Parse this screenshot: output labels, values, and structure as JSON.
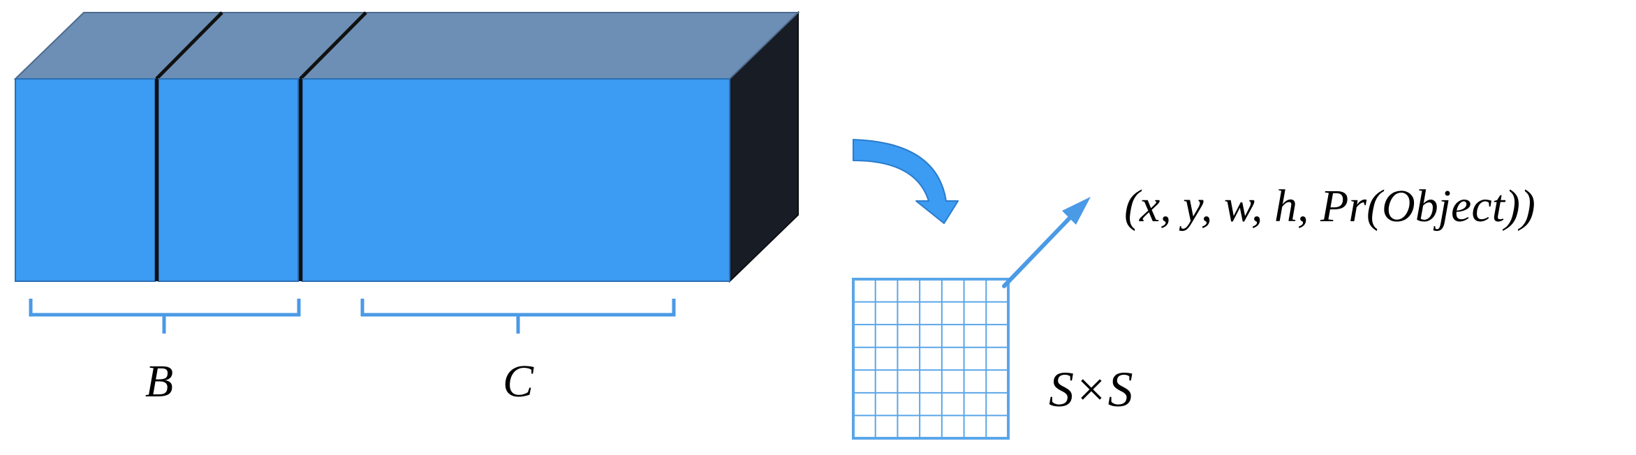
{
  "labels": {
    "b_brace": "B",
    "c_brace": "C",
    "grid_size": "S×S",
    "cell_output": "(x, y, w, h, Pr(Object))"
  },
  "colors": {
    "block_front": "#3c9bf2",
    "block_top": "#6d8fb5",
    "block_side": "#181c24",
    "accent": "#4a9ae6",
    "grid_line": "#5aa6e8",
    "text": "#000000"
  },
  "grid": {
    "rows": 7,
    "cols": 7
  },
  "icons": {
    "transform_arrow": "curved-arrow-icon",
    "pointer_arrow": "diagonal-arrow-icon"
  }
}
